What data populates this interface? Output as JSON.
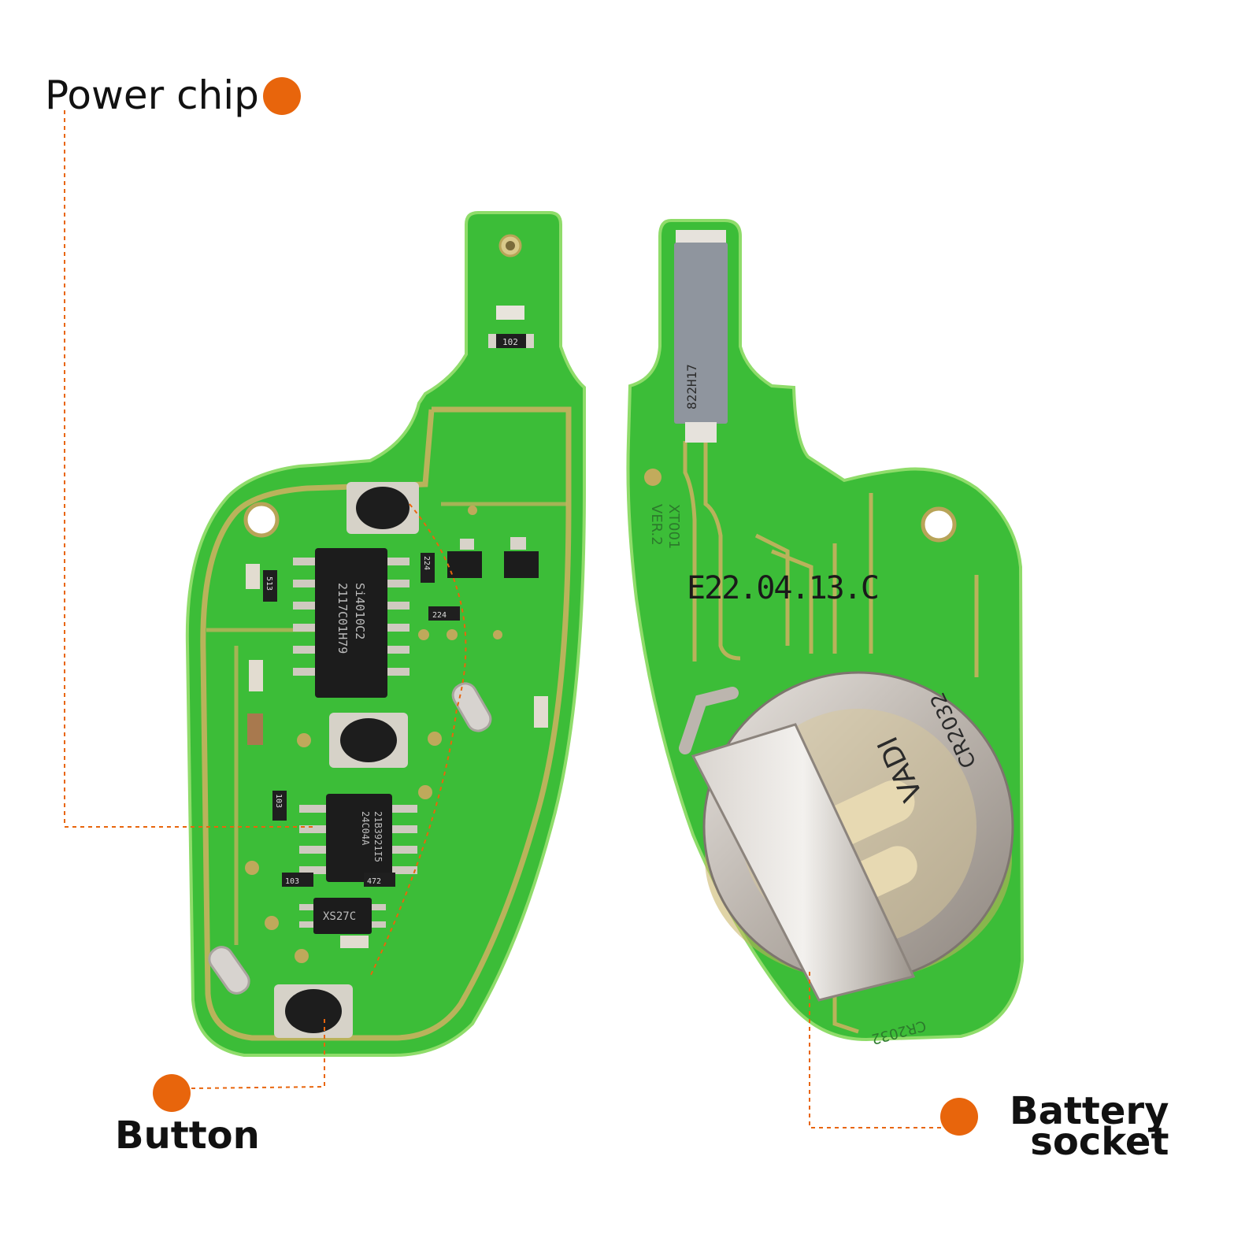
{
  "colors": {
    "accent": "#e8650c",
    "pcb": "#33b833",
    "pcb_edge": "#7fd45c",
    "trace": "#c9b46a",
    "chip": "#1c1c1c",
    "metal": "#c9c3bd",
    "background": "#ffffff"
  },
  "callouts": {
    "power_chip": "Power chip",
    "button": "Button",
    "battery_line1": "Battery",
    "battery_line2": "socket"
  },
  "board_front": {
    "chip_main": [
      "Si4010C2",
      "2117C01H79"
    ],
    "chip_eeprom": [
      "24C04A",
      "21B3921I5"
    ],
    "chip_small": "XS27C",
    "resistors": [
      "102",
      "513",
      "224",
      "224",
      "103",
      "103",
      "472"
    ]
  },
  "board_back": {
    "version": [
      "XT001",
      "VER.2"
    ],
    "date_code": "E22.04.13.C",
    "battery_marks": [
      "CR2032",
      "VADI",
      "CR2032"
    ],
    "crystal": "822H17"
  }
}
